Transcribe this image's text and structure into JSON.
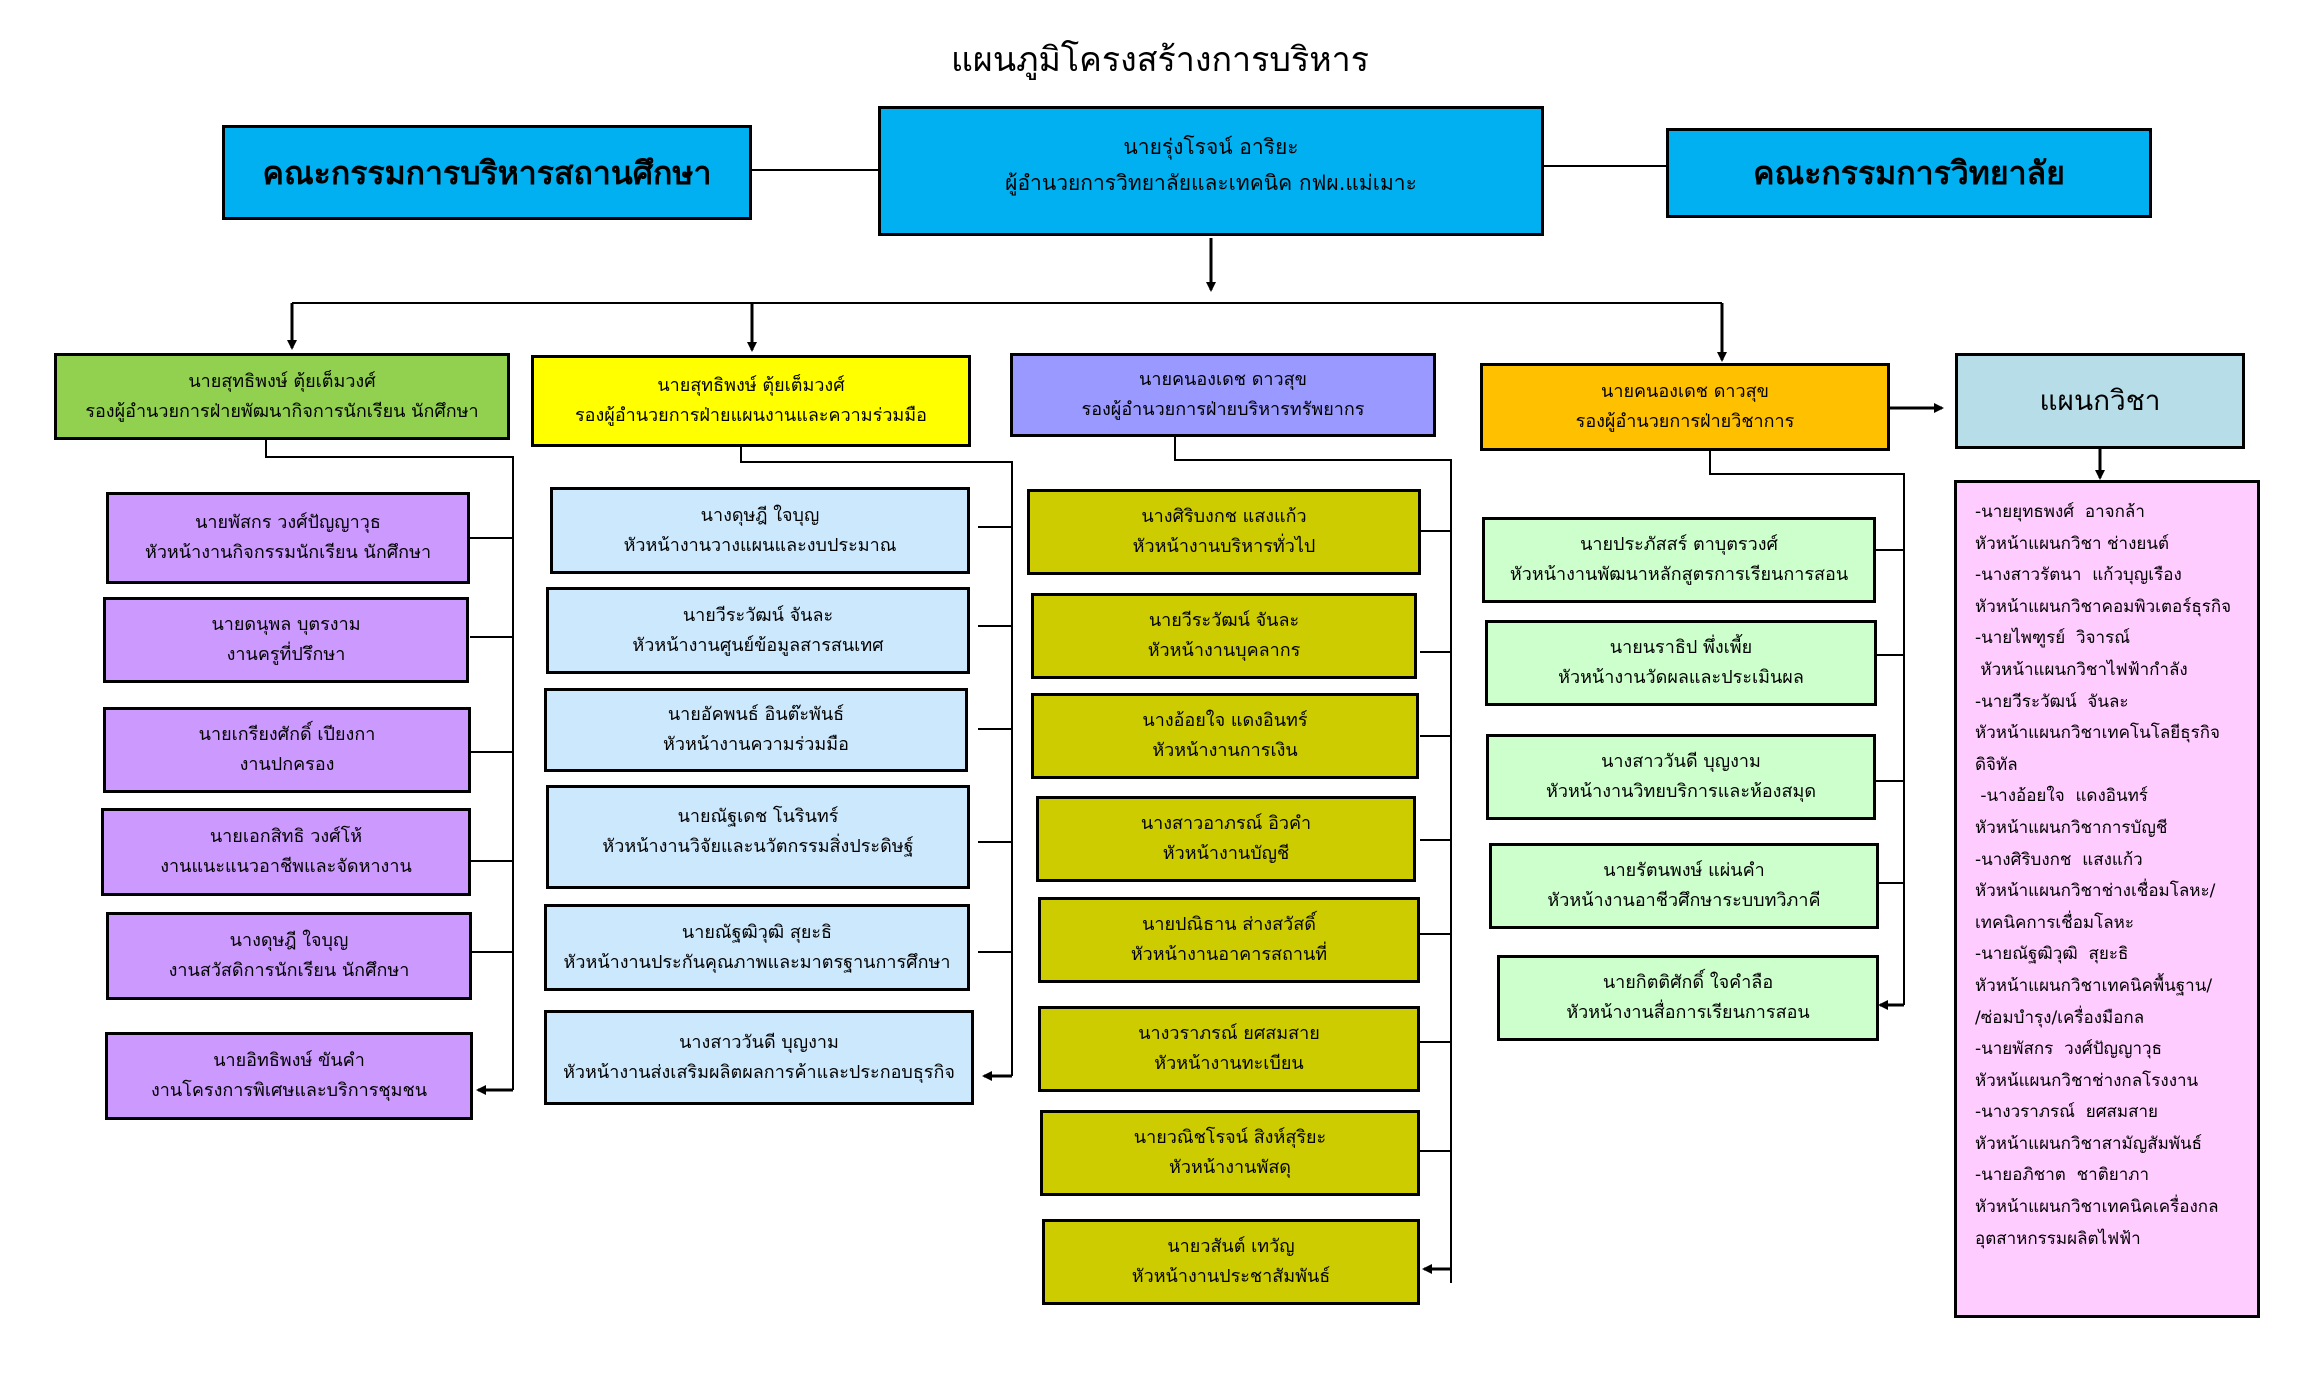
{
  "title": "แผนภูมิโครงสร้างการบริหาร",
  "colors": {
    "top": "#00b0f0",
    "student_affairs": "#92d050",
    "planning": "#ffff00",
    "resources": "#9999ff",
    "academic": "#ffc000",
    "departments_header": "#b7dde8",
    "departments_list": "#ffccff"
  },
  "top": {
    "left_committee": "คณะกรรมการบริหารสถานศึกษา",
    "director_name": "นายรุ่งโรจน์  อาริยะ",
    "director_title": "ผู้อำนวยการวิทยาลัยและเทคนิค กฟผ.แม่เมาะ",
    "right_committee": "คณะกรรมการวิทยาลัย"
  },
  "divisions": [
    {
      "name": "นายสุทธิพงษ์  ตุ้ยเต็มวงศ์",
      "title": "รองผู้อำนวยการฝ่ายพัฒนากิจการนักเรียน นักศึกษา",
      "units": [
        {
          "name": "นายพัสกร  วงศ์ปัญญาวุธ",
          "title": "หัวหน้างานกิจกรรมนักเรียน นักศึกษา"
        },
        {
          "name": "นายดนุพล  บุตรงาม",
          "title": "งานครูที่ปรึกษา"
        },
        {
          "name": "นายเกรียงศักดิ์  เปียงกา",
          "title": "งานปกครอง"
        },
        {
          "name": "นายเอกสิทธิ  วงศ์โห้",
          "title": "งานแนะแนวอาชีพและจัดหางาน"
        },
        {
          "name": "นางดุษฎี  ใจบุญ",
          "title": "งานสวัสดิการนักเรียน นักศึกษา"
        },
        {
          "name": "นายอิทธิพงษ์  ขันคำ",
          "title": "งานโครงการพิเศษและบริการชุมชน"
        }
      ]
    },
    {
      "name": "นายสุทธิพงษ์  ตุ้ยเต็มวงศ์",
      "title": "รองผู้อำนวยการฝ่ายแผนงานและความร่วมมือ",
      "units": [
        {
          "name": "นางดุษฎี  ใจบุญ",
          "title": "หัวหน้างานวางแผนและงบประมาณ"
        },
        {
          "name": "นายวีระวัฒน์  จันละ",
          "title": "หัวหน้างานศูนย์ข้อมูลสารสนเทศ"
        },
        {
          "name": "นายอัคพนธ์  อินต๊ะพันธ์",
          "title": "หัวหน้างานความร่วมมือ"
        },
        {
          "name": "นายณัฐเดช  โนรินทร์",
          "title": "หัวหน้างานวิจัยและนวัตกรรมสิ่งประดิษฐ์"
        },
        {
          "name": "นายณัฐฒิวุฒิ  สุยะธิ",
          "title": "หัวหน้างานประกันคุณภาพและมาตรฐานการศึกษา"
        },
        {
          "name": "นางสาววันดี  บุญงาม",
          "title": "หัวหน้างานส่งเสริมผลิตผลการค้าและประกอบธุรกิจ"
        }
      ]
    },
    {
      "name": "นายคนองเดช  ดาวสุข",
      "title": "รองผู้อำนวยการฝ่ายบริหารทรัพยากร",
      "units": [
        {
          "name": "นางศิริบงกช  แสงแก้ว",
          "title": "หัวหน้างานบริหารทั่วไป"
        },
        {
          "name": "นายวีระวัฒน์  จันละ",
          "title": "หัวหน้างานบุคลากร"
        },
        {
          "name": "นางอ้อยใจ  แดงอินทร์",
          "title": "หัวหน้างานการเงิน"
        },
        {
          "name": "นางสาวอาภรณ์  อิวคำ",
          "title": "หัวหน้างานบัญชี"
        },
        {
          "name": "นายปณิธาน  ส่างสวัสดิ์",
          "title": "หัวหน้างานอาคารสถานที่"
        },
        {
          "name": "นางวราภรณ์  ยศสมสาย",
          "title": "หัวหน้างานทะเบียน"
        },
        {
          "name": "นายวณิชโรจน์  สิงห์สุริยะ",
          "title": "หัวหน้างานพัสดุ"
        },
        {
          "name": "นายวสันต์  เทวัญ",
          "title": "หัวหน้างานประชาสัมพันธ์"
        }
      ]
    },
    {
      "name": "นายคนองเดช   ดาวสุข",
      "title": "รองผู้อำนวยการฝ่ายวิชาการ",
      "units": [
        {
          "name": "นายประภัสสร์  ตาบุตรวงศ์",
          "title": "หัวหน้างานพัฒนาหลักสูตรการเรียนการสอน"
        },
        {
          "name": "นายนราธิป  พึ่งเพี้ย",
          "title": "หัวหน้างานวัดผลและประเมินผล"
        },
        {
          "name": "นางสาววันดี  บุญงาม",
          "title": "หัวหน้างานวิทยบริการและห้องสมุด"
        },
        {
          "name": "นายรัตนพงษ์  แผ่นคำ",
          "title": "หัวหน้างานอาชีวศึกษาระบบทวิภาคี"
        },
        {
          "name": "นายกิตติศักดิ์  ใจคำลือ",
          "title": "หัวหน้างานสื่อการเรียนการสอน"
        }
      ]
    }
  ],
  "departments": {
    "header": "แผนกวิชา",
    "lines": [
      "-นายยุทธพงศ์  อาจกล้า",
      "หัวหน้าแผนกวิชา ช่างยนต์",
      "-นางสาวรัตนา  แก้วบุญเรือง",
      "หัวหน้าแผนกวิชาคอมพิวเตอร์ธุรกิจ",
      "-นายไพฑูรย์  วิจารณ์",
      " หัวหน้าแผนกวิชาไฟฟ้ากำลัง",
      "-นายวีระวัฒน์  จันละ",
      "หัวหน้าแผนกวิชาเทคโนโลยีธุรกิจ",
      "ดิจิทัล",
      " -นางอ้อยใจ  แดงอินทร์",
      "หัวหน้าแผนกวิชาการบัญชี",
      "-นางศิริบงกช  แสงแก้ว",
      "หัวหน้าแผนกวิชาช่างเชื่อมโลหะ/",
      "เทคนิคการเชื่อมโลหะ",
      "-นายณัฐฒิวุฒิ  สุยะธิ",
      "หัวหน้าแผนกวิชาเทคนิคพื้นฐาน/",
      "/ซ่อมบำรุง/เครื่องมือกล",
      "-นายพัสกร  วงศ์ปัญญาวุธ",
      "หัวหน้แผนกวิชาช่างกลโรงงาน",
      "-นางวราภรณ์  ยศสมสาย",
      "หัวหน้าแผนกวิชาสามัญสัมพันธ์",
      "-นายอภิชาต  ชาติยาภา",
      "หัวหน้าแผนกวิชาเทคนิคเครื่องกล",
      "อุตสาหกรรมผลิตไฟฟ้า"
    ]
  }
}
